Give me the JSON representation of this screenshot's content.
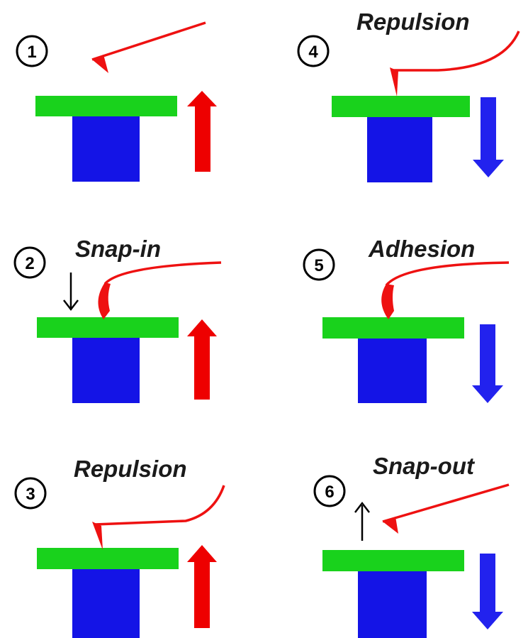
{
  "colors": {
    "platform": "#19d21c",
    "base": "#1414e6",
    "arrow_up": "#ee0000",
    "arrow_down": "#2222ee",
    "cantilever": "#ee1111",
    "outline": "#000000"
  },
  "panels": [
    {
      "number": "1",
      "label": "",
      "direction": "up",
      "marker": ""
    },
    {
      "number": "2",
      "label": "Snap-in",
      "direction": "up",
      "marker": "down"
    },
    {
      "number": "3",
      "label": "Repulsion",
      "direction": "up",
      "marker": ""
    },
    {
      "number": "4",
      "label": "Repulsion",
      "direction": "down",
      "marker": ""
    },
    {
      "number": "5",
      "label": "Adhesion",
      "direction": "down",
      "marker": ""
    },
    {
      "number": "6",
      "label": "Snap-out",
      "direction": "down",
      "marker": "up"
    }
  ]
}
